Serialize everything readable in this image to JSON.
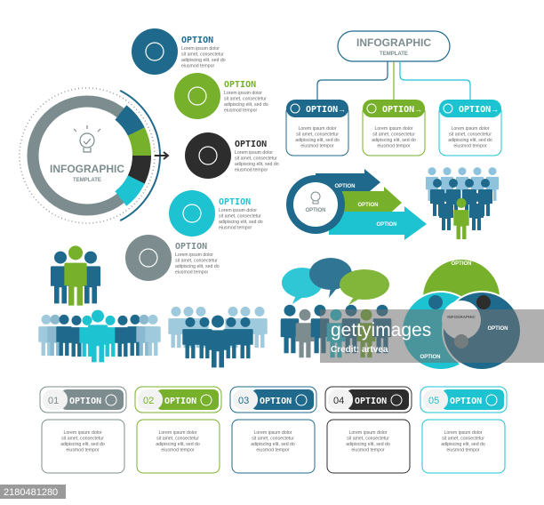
{
  "colors": {
    "navy": "#1f6a8c",
    "green": "#77b02a",
    "dark": "#2d2d2d",
    "cyan": "#1ec3d2",
    "gray": "#7d8c8e"
  },
  "wheel": {
    "title": "INFOGRAPHIC",
    "subtitle": "TEMPLATE",
    "center_icon": "lightbulb-check-icon",
    "options": [
      {
        "label": "OPTION",
        "icon": "growth-chart-icon",
        "color": "#1f6a8c"
      },
      {
        "label": "OPTION",
        "icon": "brain-icon",
        "color": "#77b02a"
      },
      {
        "label": "OPTION",
        "icon": "globe-location-icon",
        "color": "#2d2d2d"
      },
      {
        "label": "OPTION",
        "icon": "chess-rook-icon",
        "color": "#1ec3d2"
      },
      {
        "label": "OPTION",
        "icon": "chat-bubbles-icon",
        "color": "#7d8c8e"
      }
    ]
  },
  "lorem": [
    "Lorem ipsum dolor",
    "sit amet, consectetur",
    "adipiscing elit, sed do",
    "eiusmod tempor"
  ],
  "tree": {
    "title": "INFOGRAPHIC",
    "subtitle": "TEMPLATE",
    "cards": [
      {
        "label": "OPTION",
        "icon": "chess-rook-icon",
        "color": "#1f6a8c"
      },
      {
        "label": "OPTION",
        "icon": "chat-bubbles-icon",
        "color": "#77b02a"
      },
      {
        "label": "OPTION",
        "icon": "brain-icon",
        "color": "#1ec3d2"
      }
    ]
  },
  "arrows": {
    "center_label": "OPTION",
    "items": [
      {
        "label": "OPTION",
        "color": "#1f6a8c"
      },
      {
        "label": "OPTION",
        "color": "#77b02a"
      },
      {
        "label": "OPTION",
        "color": "#1ec3d2"
      }
    ]
  },
  "venn": {
    "center_label": "INFOGRAPHIC",
    "top_label": "OPTION",
    "right_label": "OPTION",
    "left_label": "OPTION"
  },
  "steps": [
    {
      "number": "01",
      "label": "OPTION",
      "icon": "head-gear-icon",
      "color": "#7d8c8e"
    },
    {
      "number": "02",
      "label": "OPTION",
      "icon": "brain-icon",
      "color": "#77b02a"
    },
    {
      "number": "03",
      "label": "OPTION",
      "icon": "lightbulb-icon",
      "color": "#1f6a8c"
    },
    {
      "number": "04",
      "label": "OPTION",
      "icon": "chess-rook-icon",
      "color": "#2d2d2d"
    },
    {
      "number": "05",
      "label": "OPTION",
      "icon": "chat-bubbles-icon",
      "color": "#1ec3d2"
    }
  ],
  "watermark": {
    "brand": "gettyimages",
    "credit": "Credit: artvea"
  },
  "image_id": "2180481280"
}
